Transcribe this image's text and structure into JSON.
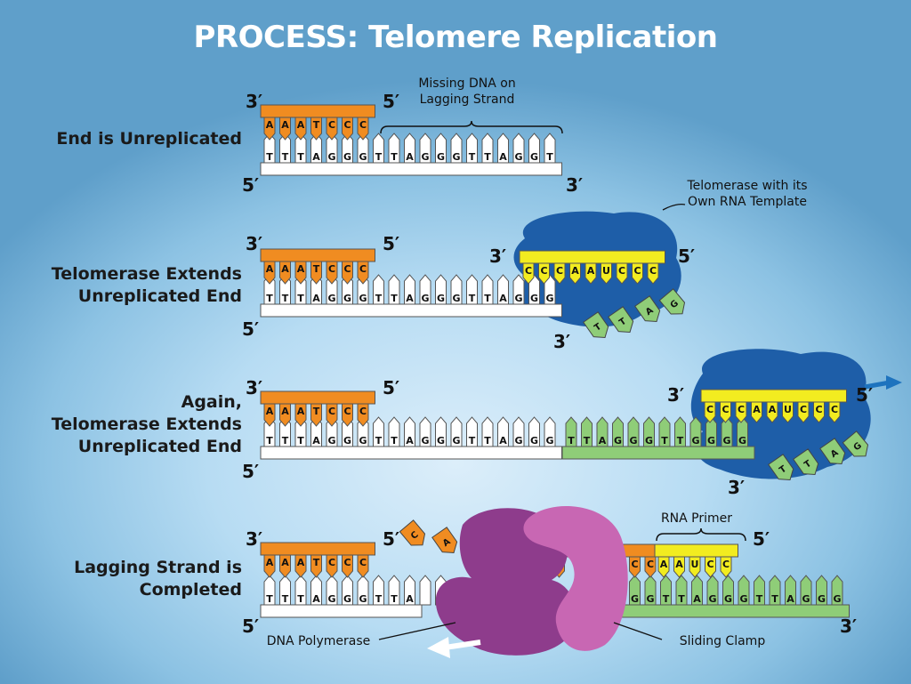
{
  "title": "PROCESS: Telomere Replication",
  "colors": {
    "parent_strand": "#f08c21",
    "white_strand": "#ffffff",
    "new_dna": "#8fcd78",
    "rna": "#f2ec20",
    "telomerase": "#1e5ea8",
    "polymerase": "#8e3c8c",
    "clamp": "#c867b3",
    "arrow": "#1e73be"
  },
  "rows": [
    {
      "label": "End is Unreplicated",
      "end_labels": [
        "3′",
        "5′",
        "5′",
        "3′"
      ],
      "top_strand": [
        "A",
        "A",
        "A",
        "T",
        "C",
        "C",
        "C"
      ],
      "bottom_strand": [
        "T",
        "T",
        "T",
        "A",
        "G",
        "G",
        "G",
        "T",
        "T",
        "A",
        "G",
        "G",
        "G",
        "T",
        "T",
        "A",
        "G",
        "G",
        "T"
      ],
      "callout": "Missing DNA on\nLagging Strand"
    },
    {
      "label": "Telomerase Extends\nUnreplicated End",
      "end_labels": [
        "3′",
        "5′",
        "5′",
        "3′",
        "5′",
        "3′"
      ],
      "top_strand": [
        "A",
        "A",
        "A",
        "T",
        "C",
        "C",
        "C"
      ],
      "bottom_strand": [
        "T",
        "T",
        "T",
        "A",
        "G",
        "G",
        "G",
        "T",
        "T",
        "A",
        "G",
        "G",
        "G",
        "T",
        "T",
        "A",
        "G",
        "G",
        "G"
      ],
      "rna_template": [
        "C",
        "C",
        "C",
        "A",
        "A",
        "U",
        "C",
        "C",
        "C"
      ],
      "new_nucleotides": [
        "T",
        "T",
        "A",
        "G"
      ],
      "callout": "Telomerase with its\nOwn RNA Template"
    },
    {
      "label": "Again,\nTelomerase Extends\nUnreplicated End",
      "end_labels": [
        "3′",
        "5′",
        "5′",
        "3′",
        "5′",
        "3′"
      ],
      "top_strand": [
        "A",
        "A",
        "A",
        "T",
        "C",
        "C",
        "C"
      ],
      "bottom_strand": [
        "T",
        "T",
        "T",
        "A",
        "G",
        "G",
        "G",
        "T",
        "T",
        "A",
        "G",
        "G",
        "G",
        "T",
        "T",
        "A",
        "G",
        "G",
        "G"
      ],
      "bottom_extension": [
        "T",
        "T",
        "A",
        "G",
        "G",
        "G",
        "T",
        "T",
        "G",
        "G",
        "G",
        "G"
      ],
      "rna_template": [
        "C",
        "C",
        "C",
        "A",
        "A",
        "U",
        "C",
        "C",
        "C"
      ],
      "new_nucleotides": [
        "T",
        "T",
        "A",
        "G"
      ]
    },
    {
      "label": "Lagging Strand is\nCompleted",
      "end_labels": [
        "3′",
        "5′",
        "5′",
        "3′"
      ],
      "top_strand": [
        "A",
        "A",
        "A",
        "T",
        "C",
        "C",
        "C"
      ],
      "bottom_strand": [
        "T",
        "T",
        "T",
        "A",
        "G",
        "G",
        "G",
        "T",
        "T",
        "A"
      ],
      "top_new_orange": [
        "C",
        "C",
        "C",
        "A"
      ],
      "top_new_orange_2": [
        "C",
        "C",
        "C"
      ],
      "top_new_rna": [
        "A",
        "A",
        "U",
        "C",
        "C"
      ],
      "bottom_green": [
        "G",
        "G",
        "G",
        "T",
        "T",
        "A",
        "G",
        "G",
        "G",
        "T",
        "T",
        "A",
        "G",
        "G",
        "G"
      ],
      "floating": [
        "C",
        "A",
        "A"
      ],
      "callout_primer": "RNA Primer",
      "callout_polymerase": "DNA Polymerase",
      "callout_clamp": "Sliding Clamp"
    }
  ]
}
